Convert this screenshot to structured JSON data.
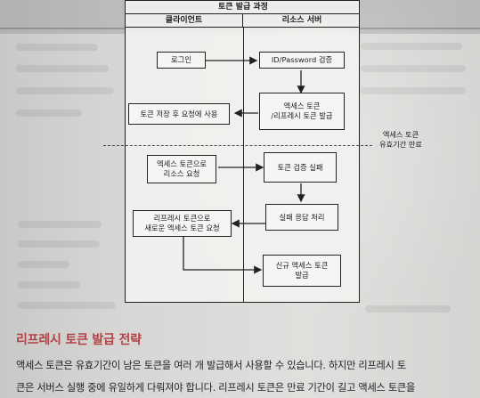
{
  "diagram": {
    "title": "토큰 발급 과정",
    "left_column": "클라이언트",
    "right_column": "리소스 서버",
    "steps": {
      "login": "로그인",
      "credential_check": "ID/Password 검증",
      "issue_tokens": "엑세스 토큰\n/리프레시 토큰 발급",
      "store_tokens": "토큰 저장 후 요청에 사용",
      "resource_request": "엑세스 토큰으로\n리소스 요청",
      "validation_failed": "토큰 검증 실패",
      "failure_response": "실패 응답 처리",
      "reissue_request": "리프레시 토큰으로\n새로운 엑세스 토큰 요청",
      "new_access_token": "신규 엑세스 토큰\n발급"
    },
    "expiry_note": "엑세스 토큰\n유효기간 만료"
  },
  "section": {
    "heading": "리프레시 토큰 발급 전략",
    "line_1": "액세스 토큰은 유효기간이 남은 토큰을 여러 개 발급해서 사용할 수 있습니다. 하지만 리프레시 토",
    "line_2": "큰은 서버스 실행 중에 유일하게 다뤄져야 합니다. 리프레시 토큰은 만료 기간이 길고 액세스 토큰을"
  }
}
